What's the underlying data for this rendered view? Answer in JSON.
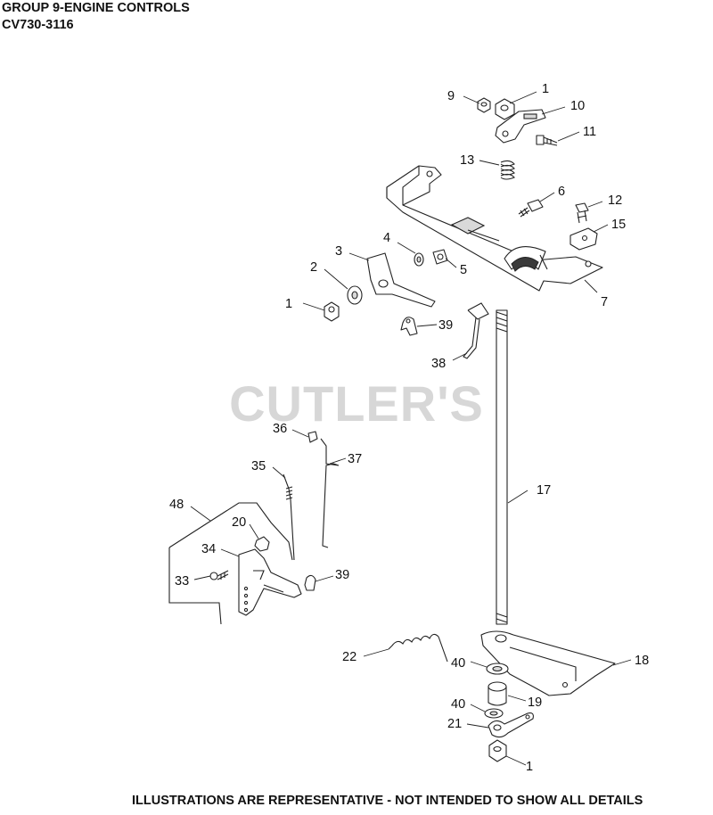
{
  "header": {
    "line1": "GROUP 9-ENGINE CONTROLS",
    "line2": "CV730-3116"
  },
  "watermark": "CUTLER'S",
  "footer": "ILLUSTRATIONS ARE REPRESENTATIVE - NOT INTENDED TO SHOW ALL DETAILS",
  "callouts": {
    "c1_top": "1",
    "c9": "9",
    "c10": "10",
    "c11": "11",
    "c13": "13",
    "c6": "6",
    "c12": "12",
    "c15": "15",
    "c7": "7",
    "c4": "4",
    "c3": "3",
    "c5": "5",
    "c2": "2",
    "c1_left": "1",
    "c39_top": "39",
    "c38": "38",
    "c36": "36",
    "c37": "37",
    "c35": "35",
    "c17": "17",
    "c48": "48",
    "c20": "20",
    "c34": "34",
    "c33": "33",
    "c39_bottom": "39",
    "c22": "22",
    "c40_top": "40",
    "c18": "18",
    "c19": "19",
    "c40_bottom": "40",
    "c21": "21",
    "c1_bottom": "1"
  }
}
